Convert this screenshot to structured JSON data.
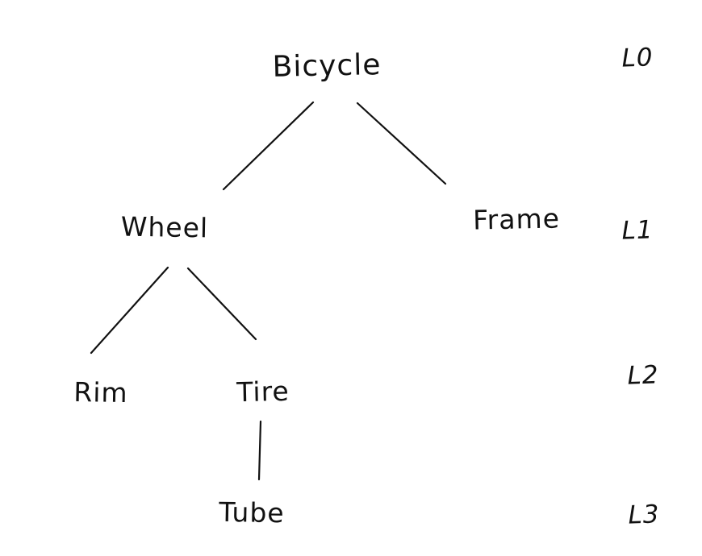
{
  "diagram": {
    "type": "tree",
    "style": "hand-drawn",
    "colors": {
      "ink": "#111111",
      "background": "#ffffff"
    },
    "nodes": [
      {
        "id": "bicycle",
        "label": "Bicycle",
        "level": 0
      },
      {
        "id": "wheel",
        "label": "Wheel",
        "level": 1
      },
      {
        "id": "frame",
        "label": "Frame",
        "level": 1
      },
      {
        "id": "rim",
        "label": "Rim",
        "level": 2
      },
      {
        "id": "tire",
        "label": "Tire",
        "level": 2
      },
      {
        "id": "tube",
        "label": "Tube",
        "level": 3
      }
    ],
    "edges": [
      {
        "from": "Bicycle",
        "to": "Wheel"
      },
      {
        "from": "Bicycle",
        "to": "Frame"
      },
      {
        "from": "Wheel",
        "to": "Rim"
      },
      {
        "from": "Wheel",
        "to": "Tire"
      },
      {
        "from": "Tire",
        "to": "Tube"
      }
    ],
    "level_labels": [
      "L0",
      "L1",
      "L2",
      "L3"
    ]
  }
}
